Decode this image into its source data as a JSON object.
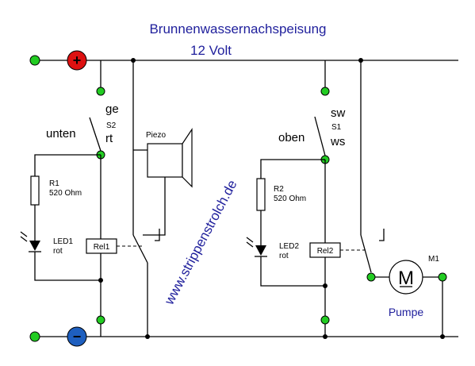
{
  "title": "Brunnenwassernachspeisung",
  "supply": "12 Volt",
  "watermark": "www.strippenstrolch.de",
  "colors": {
    "text_blue": "#1f1f9c",
    "terminal_green": "#22cc22",
    "plus_red": "#dd1111",
    "minus_blue": "#1e5fbf",
    "wire": "#000000"
  },
  "switch_s2": {
    "name": "S2",
    "upper_contact": "ge",
    "lower_contact": "rt",
    "position": "unten"
  },
  "switch_s1": {
    "name": "S1",
    "upper_contact": "sw",
    "lower_contact": "ws",
    "position": "oben"
  },
  "r1": {
    "name": "R1",
    "value": "520 Ohm"
  },
  "r2": {
    "name": "R2",
    "value": "520 Ohm"
  },
  "led1": {
    "name": "LED1",
    "color": "rot"
  },
  "led2": {
    "name": "LED2",
    "color": "rot"
  },
  "rel1": "Rel1",
  "rel2": "Rel2",
  "piezo": "Piezo",
  "motor": {
    "name": "M1",
    "symbol": "M",
    "label": "Pumpe"
  },
  "plus_symbol": "+",
  "minus_symbol": "−"
}
